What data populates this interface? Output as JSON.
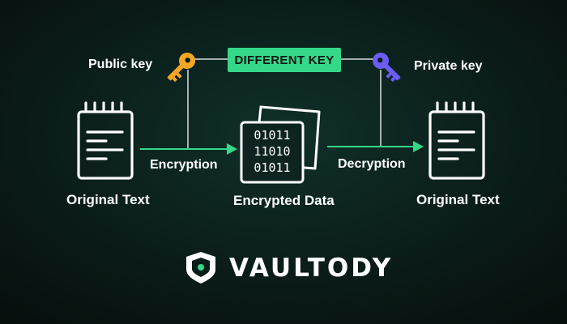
{
  "labels": {
    "public_key": "Public key",
    "private_key": "Private key",
    "different_key": "DIFFERENT KEY",
    "encryption": "Encryption",
    "decryption": "Decryption",
    "original_text_left": "Original Text",
    "encrypted_data": "Encrypted Data",
    "original_text_right": "Original Text"
  },
  "binary_lines": [
    "01011",
    "11010",
    "01011"
  ],
  "brand": {
    "name": "VAULTODY"
  },
  "icons": {
    "public_key": "key-icon",
    "private_key": "key-icon",
    "document": "notepad-icon",
    "encrypted": "binary-document-icon",
    "logo": "shield-logo-icon"
  },
  "colors": {
    "background": "#0a1714",
    "accent_green": "#35d889",
    "public_key": "#f5a623",
    "private_key": "#6b5cf6",
    "connector": "#a9b1ae",
    "white": "#ffffff"
  }
}
